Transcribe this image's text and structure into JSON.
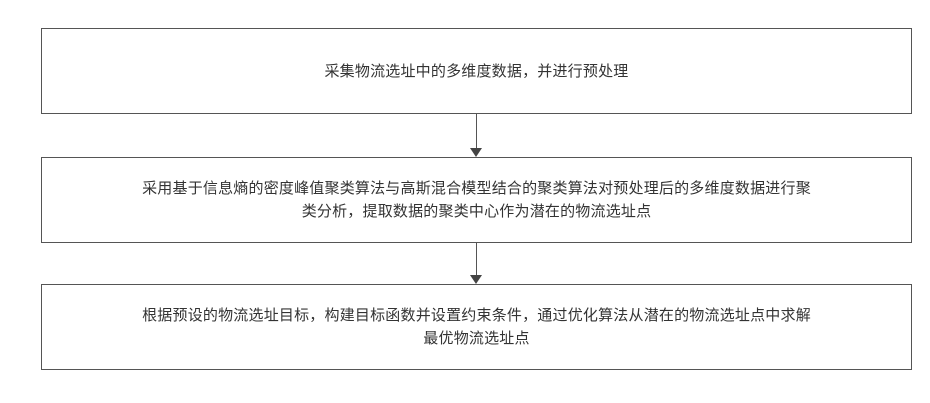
{
  "steps": [
    {
      "text": "采集物流选址中的多维度数据，并进行预处理"
    },
    {
      "text": "采用基于信息熵的密度峰值聚类算法与高斯混合模型结合的聚类算法对预处理后的多维度数据进行聚类分析，提取数据的聚类中心作为潜在的物流选址点"
    },
    {
      "text": "根据预设的物流选址目标，构建目标函数并设置约束条件，通过优化算法从潜在的物流选址点中求解最优物流选址点"
    }
  ],
  "colors": {
    "border": "#555555",
    "text": "#333333",
    "background": "#ffffff"
  }
}
